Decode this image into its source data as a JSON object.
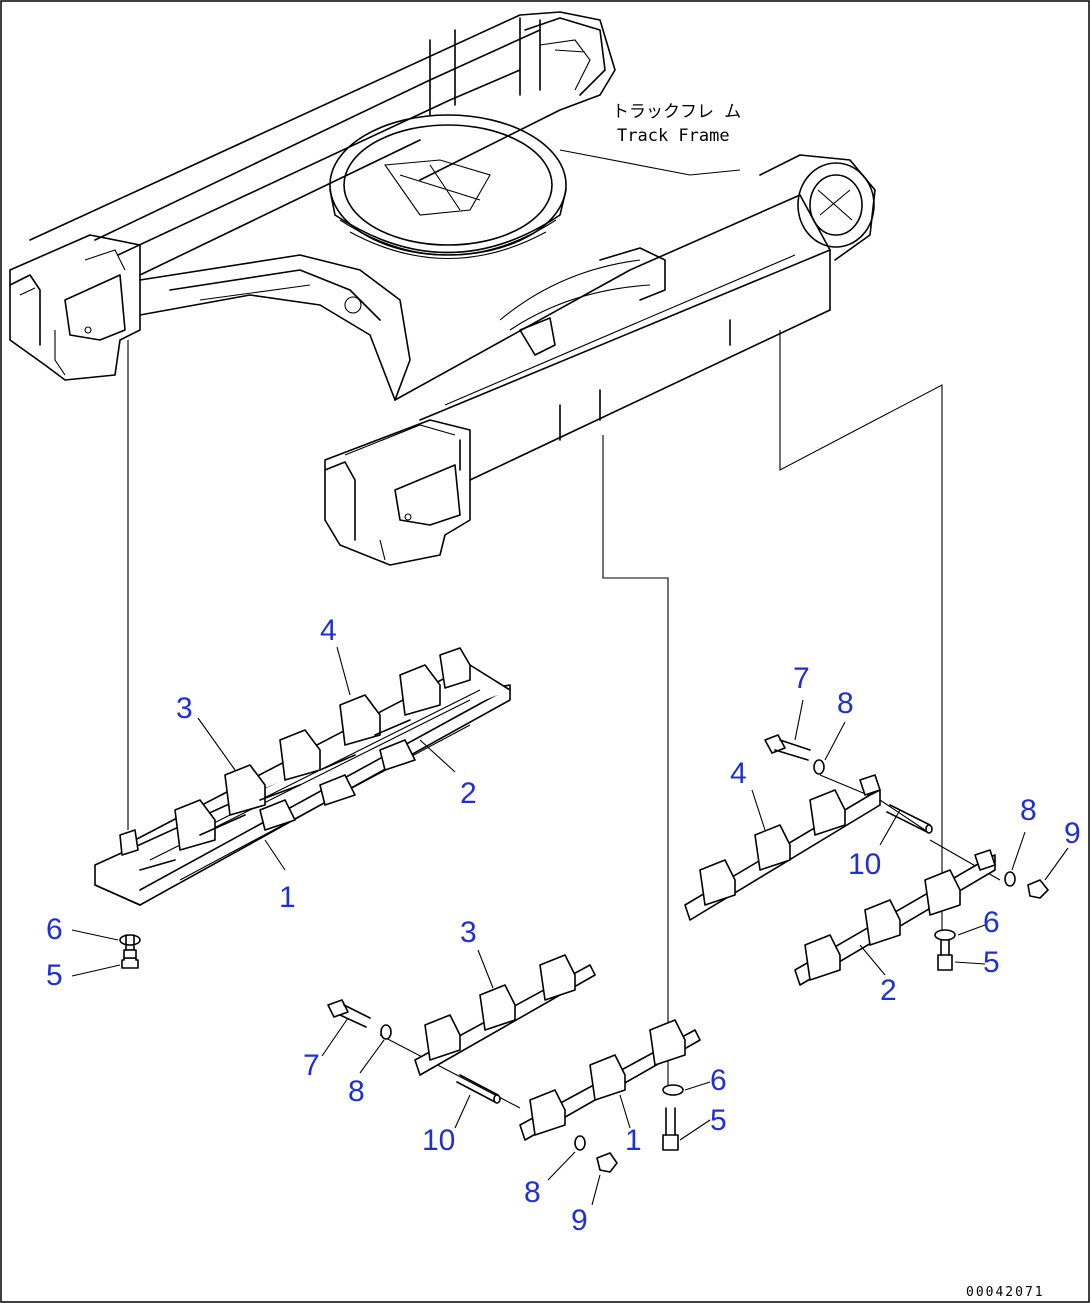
{
  "diagram": {
    "frame_label_jp": "トラックフレ ム",
    "frame_label_en": "Track Frame",
    "document_number": "00042071",
    "callouts": [
      {
        "id": "c4-top",
        "text": "4"
      },
      {
        "id": "c3-top",
        "text": "3"
      },
      {
        "id": "c2-left",
        "text": "2"
      },
      {
        "id": "c1-left",
        "text": "1"
      },
      {
        "id": "c6-left",
        "text": "6"
      },
      {
        "id": "c5-left",
        "text": "5"
      },
      {
        "id": "c7-right",
        "text": "7"
      },
      {
        "id": "c8-right-top",
        "text": "8"
      },
      {
        "id": "c4-right",
        "text": "4"
      },
      {
        "id": "c10-right",
        "text": "10"
      },
      {
        "id": "c8-right-side",
        "text": "8"
      },
      {
        "id": "c9-right",
        "text": "9"
      },
      {
        "id": "c6-right",
        "text": "6"
      },
      {
        "id": "c5-right",
        "text": "5"
      },
      {
        "id": "c2-right",
        "text": "2"
      },
      {
        "id": "c3-mid",
        "text": "3"
      },
      {
        "id": "c7-mid",
        "text": "7"
      },
      {
        "id": "c8-mid",
        "text": "8"
      },
      {
        "id": "c10-mid",
        "text": "10"
      },
      {
        "id": "c1-mid",
        "text": "1"
      },
      {
        "id": "c6-mid",
        "text": "6"
      },
      {
        "id": "c5-mid",
        "text": "5"
      },
      {
        "id": "c8-bottom",
        "text": "8"
      },
      {
        "id": "c9-bottom",
        "text": "9"
      }
    ]
  }
}
